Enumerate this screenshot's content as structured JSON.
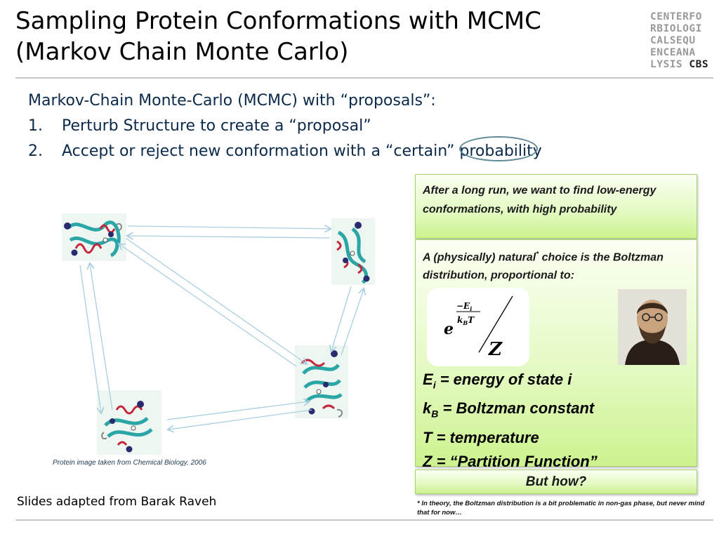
{
  "slide": {
    "title_line1": "Sampling Protein Conformations with MCMC",
    "title_line2": "(Markov Chain Monte Carlo)",
    "logo_lines": [
      "CENTERFO",
      "RBIOLOGI",
      "CALSEQU",
      "ENCEANA",
      "LYSIS"
    ],
    "logo_cbs": "CBS",
    "intro": {
      "heading": "Markov-Chain Monte-Carlo (MCMC) with “proposals”:",
      "items": [
        {
          "num": "1.",
          "text": "Perturb Structure to create a “proposal”"
        },
        {
          "num": "2.",
          "text_before": "Accept or reject new conformation with a ",
          "highlight": "“certain”",
          "text_after": " probability"
        }
      ]
    },
    "caption": "Protein image taken from Chemical Biology, 2006",
    "credit": "Slides adapted from Barak Raveh"
  },
  "boxes": {
    "goal": "After a long run, we want to find low-energy conformations, with high probability",
    "choice_main": "A (physically) natural",
    "choice_sup": "*",
    "choice_rest": " choice is the Boltzman distribution, proportional to:",
    "formula": {
      "e": "e",
      "num": "−E",
      "num_sub": "i",
      "den_k": "k",
      "den_sub": "B",
      "den_t": "T",
      "z": "Z"
    },
    "vars": [
      {
        "sym": "E",
        "sub": "i",
        "text": " = energy of state i"
      },
      {
        "sym": "k",
        "sub": "B",
        "text": " = Boltzman constant"
      },
      {
        "sym": "T",
        "sub": "",
        "text": " = temperature"
      },
      {
        "sym": "Z",
        "sub": "",
        "text": " = “Partition Function”"
      }
    ],
    "question": "But how?",
    "footnote": "* In theory, the Boltzman distribution is a bit problematic in non-gas phase, but never mind that for now…"
  },
  "colors": {
    "intro_text": "#0b2a4a",
    "arrow": "#a9cfe0",
    "box_border": "#a6d36a",
    "ribbon_teal": "#2aa6a6",
    "ribbon_red": "#c4263a",
    "node_navy": "#2a2a6e"
  }
}
